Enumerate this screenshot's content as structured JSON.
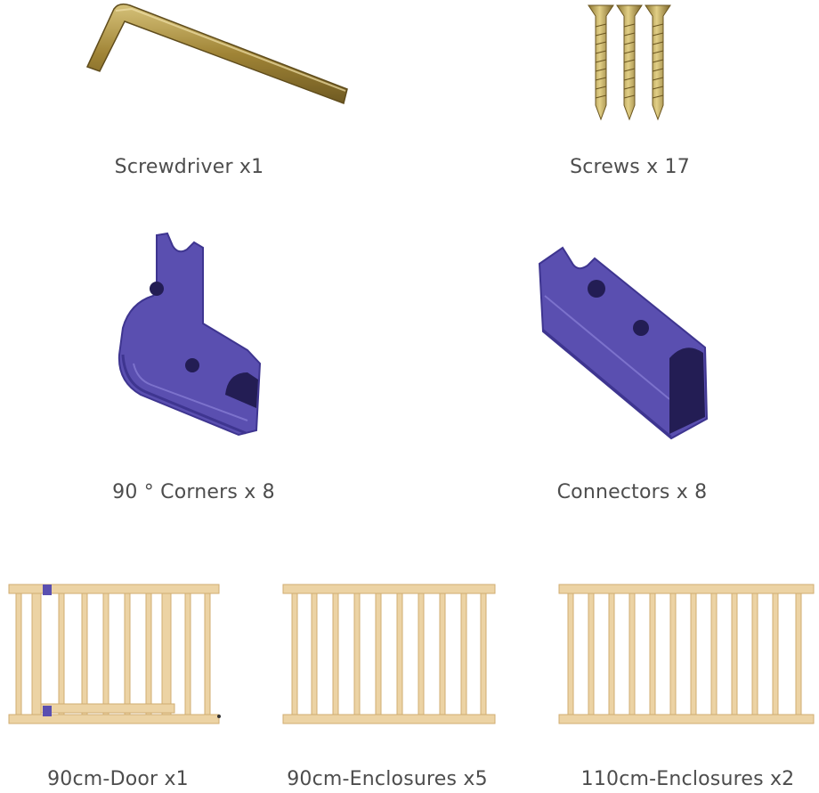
{
  "parts": {
    "screwdriver": {
      "label": "Screwdriver x1",
      "icon": "hex-key-icon"
    },
    "screws": {
      "label": "Screws x 17",
      "icon": "screw-icon"
    },
    "corners": {
      "label": "90 ° Corners x 8",
      "icon": "corner-connector-icon"
    },
    "connectors": {
      "label": "Connectors x 8",
      "icon": "straight-connector-icon"
    },
    "door": {
      "label": "90cm-Door x1",
      "icon": "gate-panel-icon"
    },
    "enclosures90": {
      "label": "90cm-Enclosures x5",
      "icon": "fence-panel-icon"
    },
    "enclosures110": {
      "label": "110cm-Enclosures x2",
      "icon": "fence-panel-icon"
    }
  },
  "colors": {
    "wood": "#ecd3a4",
    "wood_dark": "#d7b47b",
    "plastic": "#5a4fb0",
    "plastic_dark": "#3e3590",
    "brass": "#b39a45",
    "text": "#4d4d4d"
  }
}
